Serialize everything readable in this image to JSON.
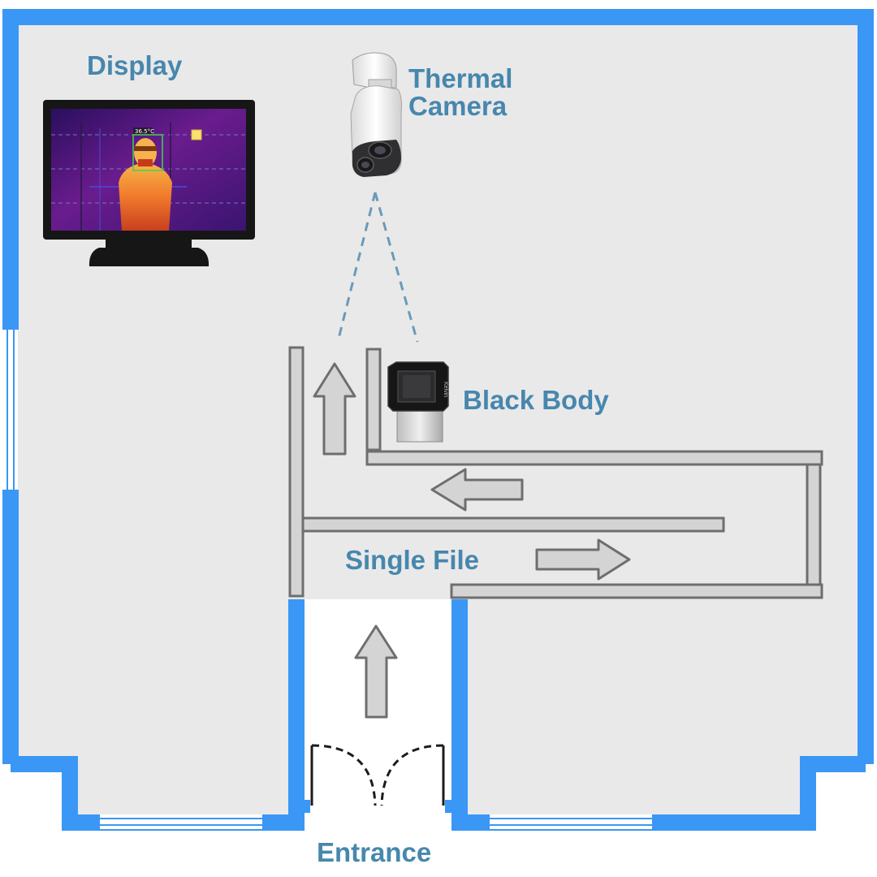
{
  "labels": {
    "display": "Display",
    "thermal_camera_line1": "Thermal",
    "thermal_camera_line2": "Camera",
    "black_body": "Black Body",
    "single_file": "Single File",
    "entrance": "Entrance"
  },
  "thermal_screen": {
    "temperature_readout": "36.5°C"
  },
  "device_brand_text": "Kelvin",
  "colors": {
    "wall": "#3a97f5",
    "floor": "#e9e9ea",
    "label": "#4787ad",
    "barrier_fill": "#d4d4d4",
    "barrier_stroke": "#6e6e6e",
    "sightline": "#6b9ab8"
  },
  "icons": [
    "monitor-icon",
    "thermal-camera-icon",
    "black-body-icon",
    "arrow-icon",
    "door-icon"
  ]
}
